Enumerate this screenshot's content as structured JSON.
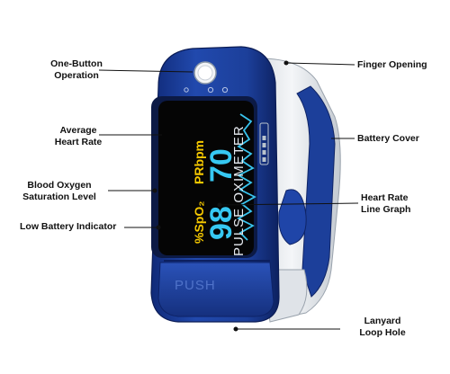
{
  "labels": {
    "one_button_operation": "One-Button\nOperation",
    "average_heart_rate": "Average\nHeart Rate",
    "blood_oxygen_saturation_level": "Blood Oxygen\nSaturation Level",
    "low_battery_indicator": "Low Battery Indicator",
    "finger_opening": "Finger Opening",
    "battery_cover": "Battery Cover",
    "heart_rate_line_graph": "Heart Rate\nLine Graph",
    "lanyard_loop_hole": "Lanyard\nLoop Hole"
  },
  "device": {
    "brand_text": "PULSE OXIMETER",
    "push_text": "PUSH",
    "spo2_unit": "%SpO₂",
    "pr_unit": "PRbpm",
    "spo2_value": "98",
    "pr_value": "70",
    "colors": {
      "body_blue": "#1c3f9a",
      "body_dark": "#0f2466",
      "shell_grey": "#e9ecef",
      "screen": "#050505",
      "digit_cyan": "#36c8f2",
      "unit_yellow": "#f5c800",
      "waveform_cyan": "#39c4ee"
    }
  }
}
